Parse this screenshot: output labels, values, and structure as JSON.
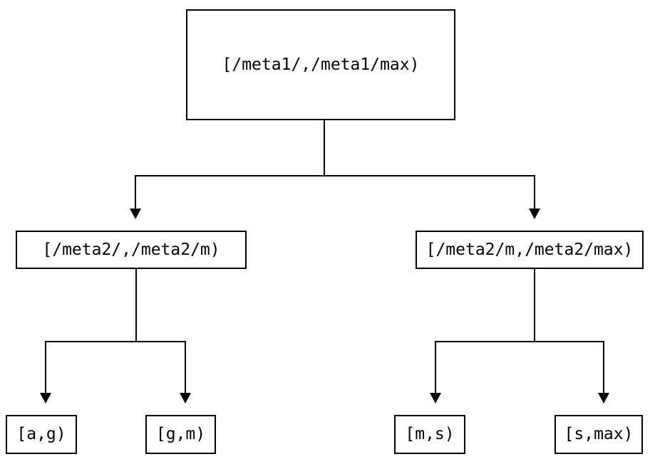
{
  "diagram": {
    "type": "tree",
    "colors": {
      "background": "#ffffff",
      "line_color": "#000000",
      "box_border": "#000000",
      "text_color": "#000000"
    },
    "nodes": {
      "root": {
        "label": "[/meta1/,/meta1/max)",
        "children": [
          "meta2_low",
          "meta2_high"
        ]
      },
      "meta2_low": {
        "label": "[/meta2/,/meta2/m)",
        "children": [
          "leaf_ag",
          "leaf_gm"
        ]
      },
      "meta2_high": {
        "label": "[/meta2/m,/meta2/max)",
        "children": [
          "leaf_ms",
          "leaf_smax"
        ]
      },
      "leaf_ag": {
        "label": "[a,g)",
        "children": []
      },
      "leaf_gm": {
        "label": "[g,m)",
        "children": []
      },
      "leaf_ms": {
        "label": "[m,s)",
        "children": []
      },
      "leaf_smax": {
        "label": "[s,max)",
        "children": []
      }
    }
  }
}
